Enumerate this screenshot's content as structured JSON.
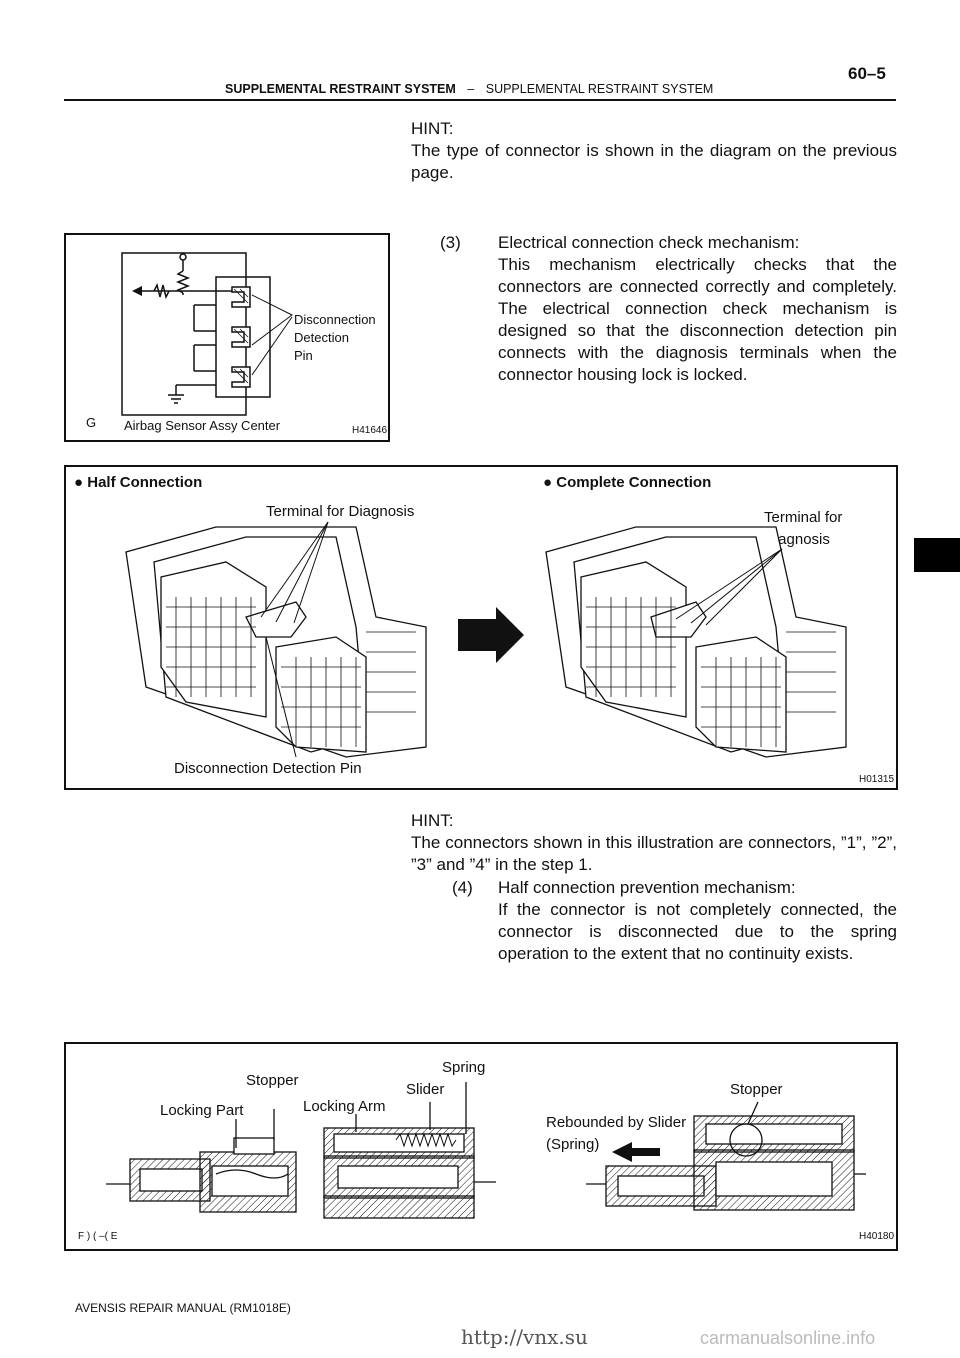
{
  "header": {
    "section_bold": "SUPPLEMENTAL RESTRAINT SYSTEM",
    "separator": "–",
    "section_normal": "SUPPLEMENTAL RESTRAINT SYSTEM",
    "page_number": "60–5"
  },
  "hint1": {
    "title": "HINT:",
    "text": "The type of connector is shown in the diagram on the previous page."
  },
  "step3": {
    "number": "(3)",
    "title": "Electrical connection check mechanism:",
    "text": "This mechanism electrically checks that the connectors are connected correctly and completely. The electrical connection check mechanism is designed so that the disconnection detection pin connects with the diagnosis terminals when the connector housing lock is locked."
  },
  "fig1": {
    "label_pin": [
      "Disconnection",
      "Detection",
      "Pin"
    ],
    "label_unit": "Airbag Sensor Assy Center",
    "corner_mark": "G",
    "fig_id": "H41646"
  },
  "fig2": {
    "left_heading": "Half Connection",
    "right_heading": "Complete Connection",
    "left_terminal_label": "Terminal for Diagnosis",
    "right_terminal_label": [
      "Terminal  for",
      "Diagnosis"
    ],
    "pin_label": "Disconnection Detection Pin",
    "fig_id": "H01315"
  },
  "hint2": {
    "title": "HINT:",
    "text": "The connectors shown in this illustration are connectors, ”1”, ”2”, ”3” and ”4” in the step 1."
  },
  "step4": {
    "number": "(4)",
    "title": "Half connection prevention mechanism:",
    "text": "If the connector is not completely connected, the connector is disconnected due to the spring operation to the extent that no continuity exists."
  },
  "fig3": {
    "labels": {
      "stopper_left": "Stopper",
      "locking_part": "Locking Part",
      "locking_arm": "Locking Arm",
      "slider": "Slider",
      "spring": "Spring",
      "stopper_right": "Stopper",
      "rebounded": [
        "Rebounded by Slider",
        "(Spring)"
      ]
    },
    "corner_mark": "F ) ( –( E",
    "fig_id": "H40180"
  },
  "footer": {
    "text": "AVENSIS REPAIR MANUAL   (RM1018E)",
    "watermark_left": "http://vnx.su",
    "watermark_right": "carmanualsonline.info"
  }
}
